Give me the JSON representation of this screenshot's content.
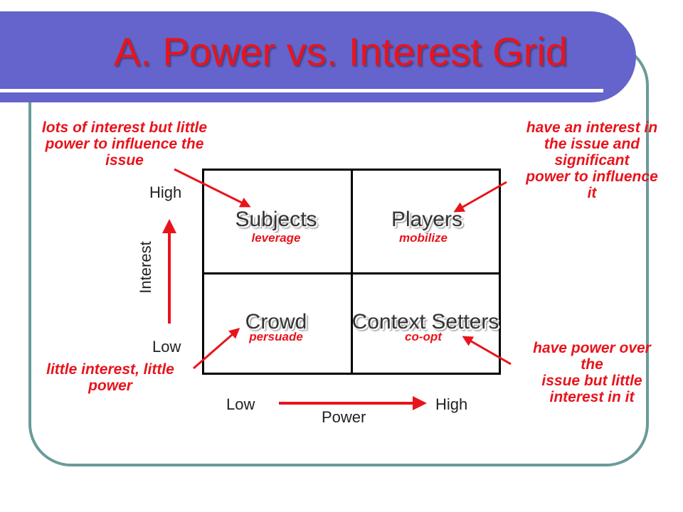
{
  "slide": {
    "title": "A. Power vs. Interest Grid"
  },
  "quadrants": {
    "top_left": {
      "title": "Subjects",
      "strategy": "leverage"
    },
    "top_right": {
      "title": "Players",
      "strategy": "mobilize"
    },
    "bottom_left": {
      "title": "Crowd",
      "strategy": "persuade"
    },
    "bottom_right": {
      "title": "Context Setters",
      "strategy": "co-opt"
    }
  },
  "axes": {
    "y_title": "Interest",
    "y_high": "High",
    "y_low": "Low",
    "x_title": "Power",
    "x_low": "Low",
    "x_high": "High"
  },
  "annotations": {
    "top_left": [
      "lots of interest but little",
      "power to influence the",
      "issue"
    ],
    "top_right": [
      "have an interest in",
      "the issue and",
      "significant",
      "power to influence",
      "it"
    ],
    "bottom_left": [
      "little interest, little",
      "power"
    ],
    "bottom_right": [
      "have power over",
      "the",
      "issue but little",
      "interest in it"
    ]
  },
  "colors": {
    "banner": "#6464cc",
    "accent_red": "#e8141c",
    "frame": "#6b9a9a"
  }
}
